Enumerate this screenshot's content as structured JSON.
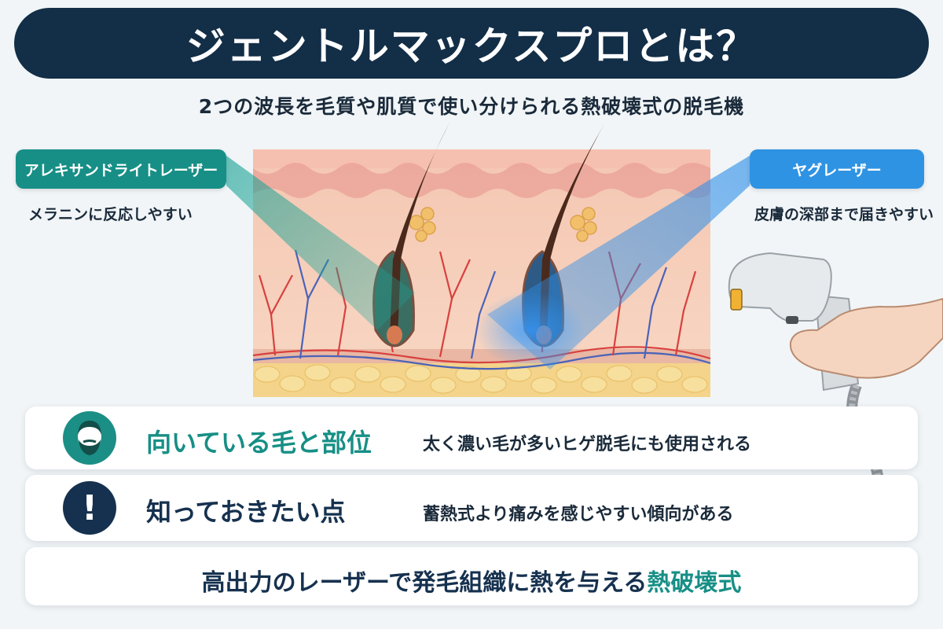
{
  "title": "ジェントルマックスプロとは？",
  "subtitle": "2つの波長を毛質や肌質で使い分けられる熱破壊式の脱毛機",
  "lasers": {
    "left": {
      "label": "アレキサンドライトレーザー",
      "description": "メラニンに反応しやすい"
    },
    "right": {
      "label": "ヤグレーザー",
      "description": "皮膚の深部まで届きやすい"
    }
  },
  "cards": {
    "suitable": {
      "heading": "向いている毛と部位",
      "text": "太く濃い毛が多いヒゲ脱毛にも使用される",
      "icon": "bearded-face-icon"
    },
    "notice": {
      "heading": "知っておきたい点",
      "text": "蓄熱式より痛みを感じやすい傾向がある",
      "icon": "exclamation-icon",
      "icon_glyph": "!"
    }
  },
  "summary": {
    "prefix": "高出力のレーザーで発毛組織に熱を与える",
    "highlight": "熱破壊式"
  },
  "colors": {
    "title_bg": "#132e47",
    "teal": "#178f86",
    "blue": "#2f93e3",
    "navy": "#16314f",
    "skin": "#f7d3c0",
    "fat": "#f4d38a"
  }
}
